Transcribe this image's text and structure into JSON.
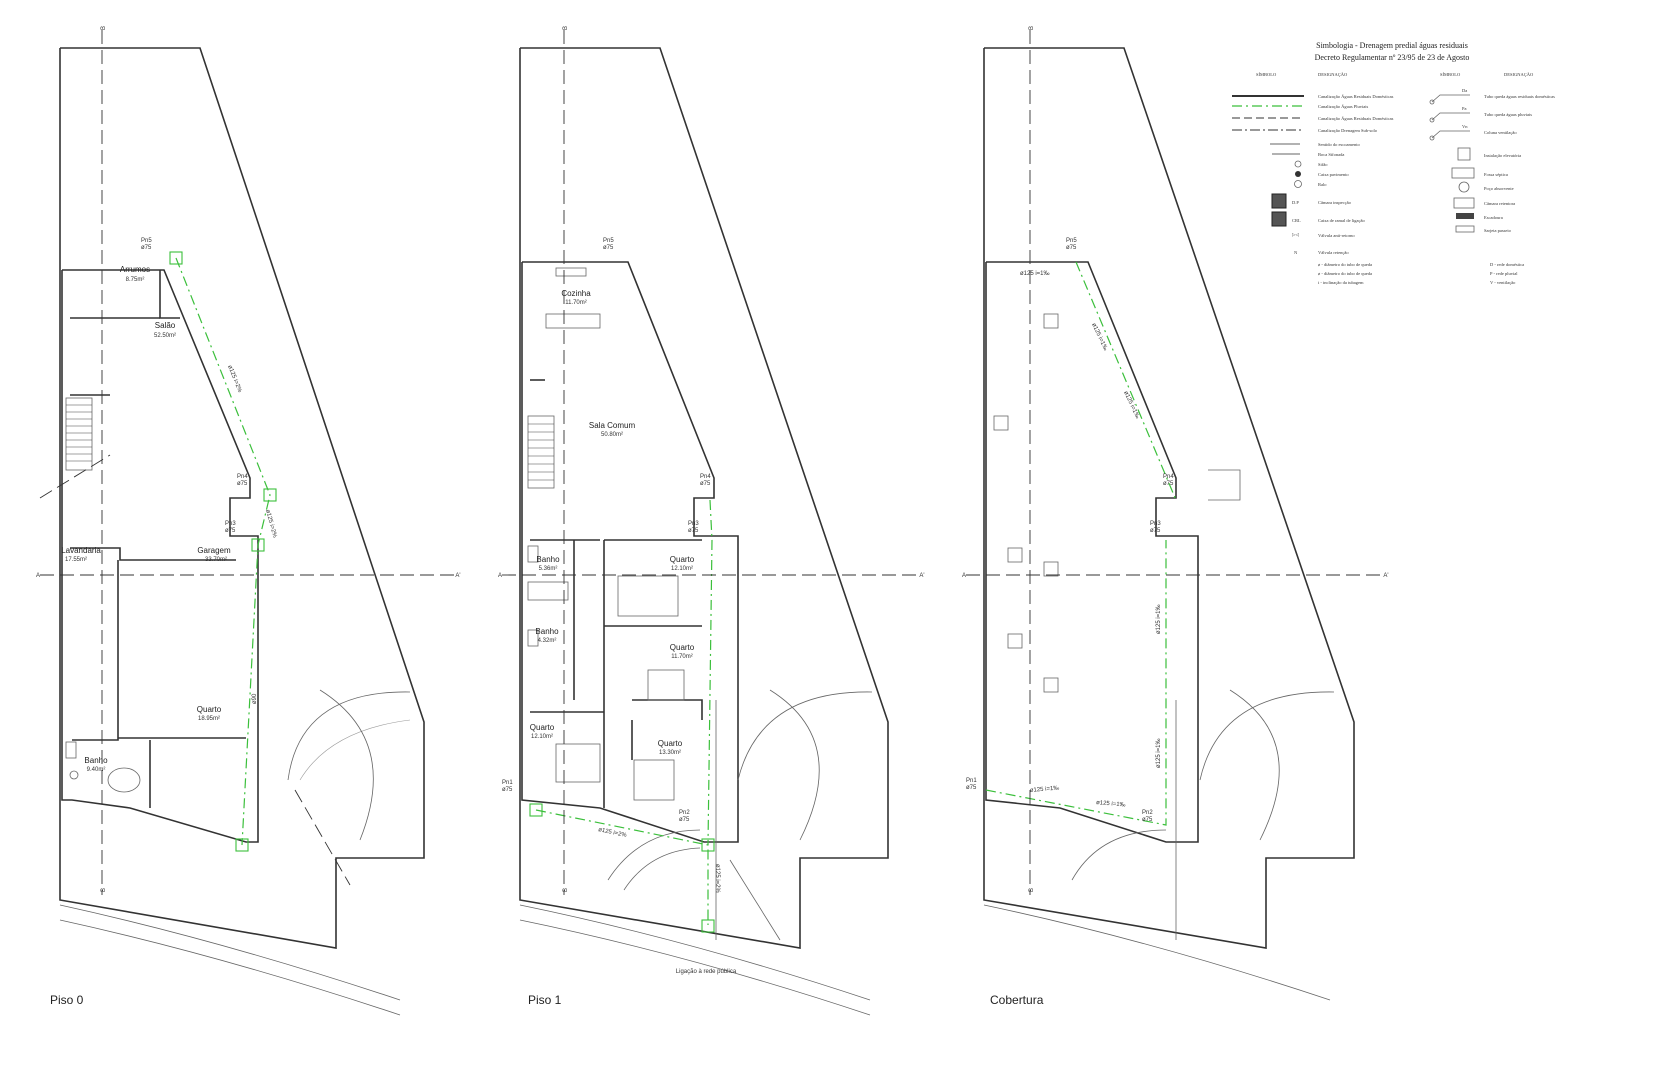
{
  "plans": {
    "floor0": {
      "title": "Piso 0",
      "rooms": [
        {
          "name": "Arrumos",
          "area": "8.75m²"
        },
        {
          "name": "Salão",
          "area": "52.50m²"
        },
        {
          "name": "Lavandaria",
          "area": "17.55m²"
        },
        {
          "name": "Garagem",
          "area": "33.70m²"
        },
        {
          "name": "Quarto",
          "area": "18.95m²"
        },
        {
          "name": "Banho",
          "area": "9.40m²"
        }
      ],
      "pipe_labels": [
        "Pn5",
        "ø75",
        "Pn4",
        "ø75",
        "Pn3",
        "ø75",
        "ø125 i=2%",
        "ø125 i=2%",
        "ø90"
      ]
    },
    "floor1": {
      "title": "Piso 1",
      "rooms": [
        {
          "name": "Cozinha",
          "area": "11.70m²"
        },
        {
          "name": "Sala Comum",
          "area": "50.80m²"
        },
        {
          "name": "Banho",
          "area": "5.36m²"
        },
        {
          "name": "Quarto",
          "area": "12.10m²"
        },
        {
          "name": "Banho",
          "area": "4.32m²"
        },
        {
          "name": "Quarto",
          "area": "11.70m²"
        },
        {
          "name": "Quarto",
          "area": "12.10m²"
        },
        {
          "name": "Quarto",
          "area": "13.30m²"
        }
      ],
      "pipe_labels": [
        "Pn5",
        "ø75",
        "Pn4",
        "ø75",
        "Pn3",
        "ø75",
        "Pn1",
        "ø75",
        "Pn2",
        "ø75",
        "ø125 i=2%",
        "ø125 i=2%"
      ],
      "connection_note": "Ligação à rede pública"
    },
    "roof": {
      "title": "Cobertura",
      "pipe_labels": [
        "Pn5",
        "ø75",
        "ø125 i=1‰",
        "ø125 i=1‰",
        "ø125 i=1‰",
        "Pn4",
        "ø75",
        "Pn3",
        "ø75",
        "ø125 i=1‰",
        "ø125 i=1‰",
        "Pn1",
        "ø75",
        "ø125 i=1‰",
        "ø125 i=1‰",
        "Pn2",
        "ø75"
      ]
    },
    "section_marks": {
      "a": "A",
      "a_prime": "A'",
      "b": "B"
    }
  },
  "legend": {
    "title": "Simbologia - Drenagem predial águas residuais",
    "subtitle": "Decreto Regulamentar nº 23/95 de 23 de Agosto",
    "col_symbol": "SÍMBOLO",
    "col_designation": "DESIGNAÇÃO",
    "left_items": [
      "Canalização Águas Residuais Domésticas",
      "Canalização Águas Pluviais",
      "Canalização Águas Residuais Domésticas",
      "Canalização Drenagem Sub-solo",
      "Sentido do escoamento",
      "Boca Sifonada",
      "Sifão",
      "Caixa pavimento",
      "Ralo",
      "Câmara inspecção",
      "Caixa de ramal de ligação",
      "Válvula anti-retorno",
      "Válvula retenção"
    ],
    "left_symbol_codes": [
      "D.P",
      "CRL",
      "N"
    ],
    "right_items": [
      "Tubo queda águas residuais domésticas",
      "Tubo queda águas pluviais",
      "Coluna ventilação",
      "Instalação elevatória",
      "Fossa séptica",
      "Poço absorvente",
      "Câmara retentora",
      "Escadoura",
      "Sarjeta passeio"
    ],
    "right_symbol_codes": [
      "Da",
      "Pa",
      "Vn"
    ],
    "abbrev_left": [
      "ø - diâmetro do tubo de queda",
      "ø - diâmetro do tubo de queda",
      "i - inclinação da tubagem"
    ],
    "abbrev_right": [
      "D - rede doméstica",
      "P - rede pluvial",
      "V - ventilação"
    ]
  },
  "colors": {
    "pipe": "#3bbf3b",
    "wall": "#333333"
  }
}
